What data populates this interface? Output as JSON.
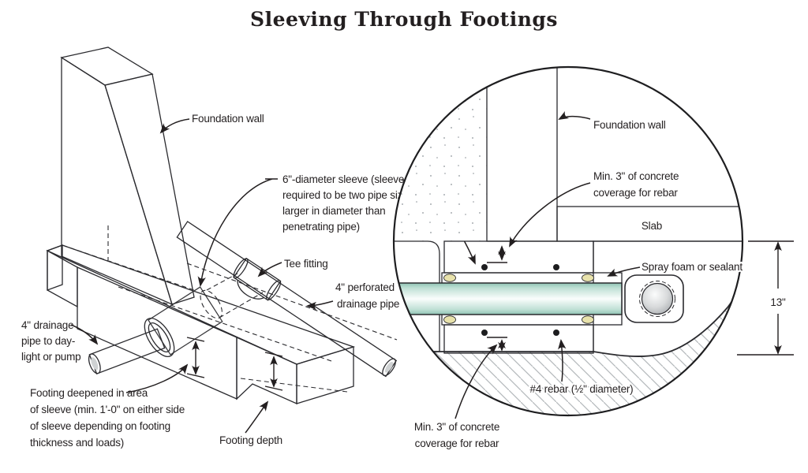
{
  "title": "Sleeving Through Footings",
  "colors": {
    "line": "#2a2a2e",
    "pipe_teal": "#8fc3b3",
    "sleeve_tan": "#ddd7b3",
    "seal_yellow": "#e8e2ab",
    "footing_gray": "#d3d6d8",
    "concrete_stipple": "#e7e9ea",
    "rebar_dot": "#1d1d1f"
  },
  "left_diagram": {
    "labels": {
      "foundation_wall": "Foundation wall",
      "sleeve_note": [
        "6\"-diameter sleeve (sleeve",
        "required to be two pipe sizes",
        "larger in diameter than",
        "penetrating pipe)"
      ],
      "tee_fitting": "Tee fitting",
      "perforated_pipe": [
        "4\" perforated",
        "drainage pipe"
      ],
      "drainage_pipe": [
        "4\" drainage",
        "pipe to day-",
        "light or pump"
      ],
      "footing_deepened": [
        "Footing deepened in area",
        "of sleeve (min. 1'-0\" on either side",
        "of sleeve depending on footing",
        "thickness and loads)"
      ],
      "footing_depth": "Footing depth"
    }
  },
  "detail": {
    "labels": {
      "foundation_wall": "Foundation wall",
      "min_coverage_top": [
        "Min. 3\" of concrete",
        "coverage for rebar"
      ],
      "slab": "Slab",
      "spray_foam": "Spray foam or sealant",
      "dim_13": "13\"",
      "rebar": "#4 rebar (½\" diameter)",
      "min_coverage_bottom": [
        "Min. 3\" of concrete",
        "coverage for rebar"
      ]
    }
  }
}
